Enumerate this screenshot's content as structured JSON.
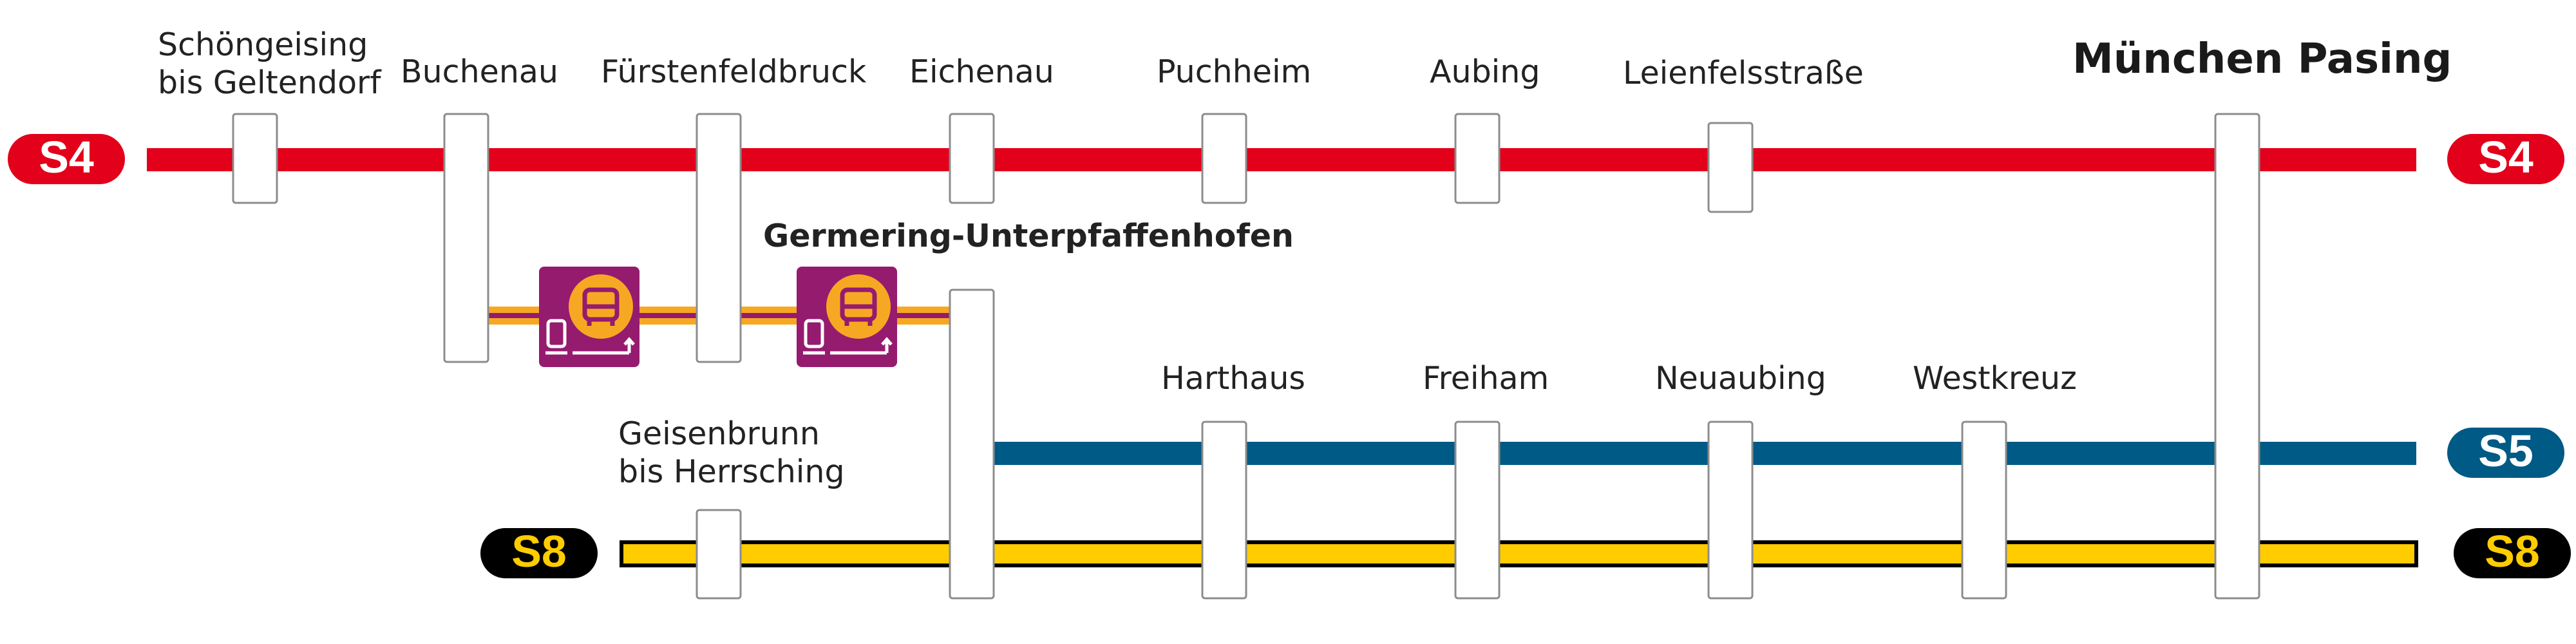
{
  "lines": [
    {
      "id": "S4",
      "color": "#e2001a",
      "text_color": "#ffffff"
    },
    {
      "id": "S5",
      "color": "#005a86",
      "text_color": "#ffffff"
    },
    {
      "id": "S8",
      "color": "#ffcc00",
      "text_color": "#000000",
      "badge_bg": "#000000",
      "badge_text": "#ffcc00"
    }
  ],
  "badges": {
    "s4": "S4",
    "s5": "S5",
    "s8": "S8"
  },
  "stations": {
    "schoengeising": [
      "Schöngeising",
      "bis Geltendorf"
    ],
    "buchenau": "Buchenau",
    "fuerstenfeldbruck": "Fürstenfeldbruck",
    "eichenau": "Eichenau",
    "puchheim": "Puchheim",
    "aubing": "Aubing",
    "leienfels": "Leienfelsstraße",
    "pasing": "München Pasing",
    "germering": "Germering-Unterpfaffenhofen",
    "harthaus": "Harthaus",
    "freiham": "Freiham",
    "neuaubing": "Neuaubing",
    "westkreuz": "Westkreuz",
    "geisenbrunn": [
      "Geisenbrunn",
      "bis Herrsching"
    ]
  },
  "icons": [
    "bus-icon",
    "tram-icon",
    "rail-replacement-icon"
  ],
  "colors": {
    "platform_fill": "#ffffff",
    "platform_stroke": "#8c8c8c",
    "replacement_purple": "#951b6f",
    "replacement_orange": "#f7a823",
    "replacement_line": "#f7a823"
  }
}
